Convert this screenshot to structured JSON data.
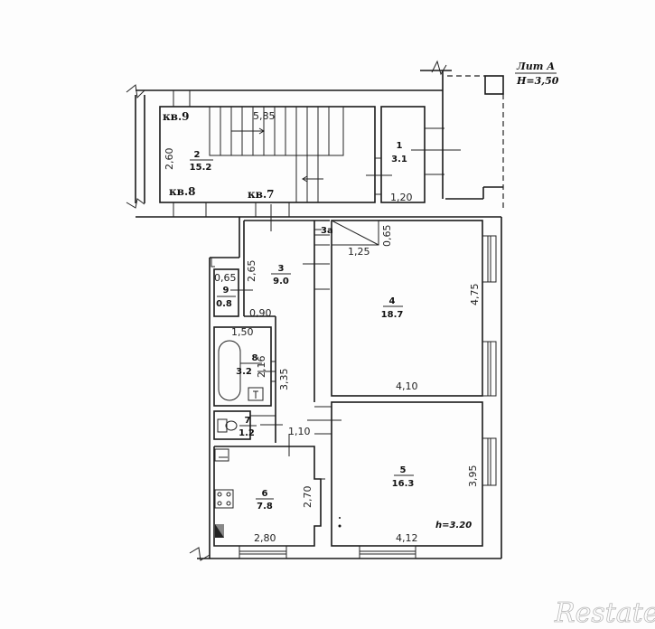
{
  "header": {
    "lit": "Лит А",
    "height": "H=3,50"
  },
  "apartments": {
    "kv9": "кв.9",
    "kv8": "кв.8",
    "kv7": "кв.7"
  },
  "rooms": [
    {
      "num": "1",
      "area": "3.1"
    },
    {
      "num": "2",
      "area": "15.2"
    },
    {
      "num": "3",
      "area": "9.0"
    },
    {
      "num": "3а",
      "area": ""
    },
    {
      "num": "4",
      "area": "18.7"
    },
    {
      "num": "5",
      "area": "16.3"
    },
    {
      "num": "6",
      "area": "7.8"
    },
    {
      "num": "7",
      "area": "1.2"
    },
    {
      "num": "8",
      "area": "3.2"
    },
    {
      "num": "9",
      "area": "0.8"
    }
  ],
  "dimensions": {
    "stair_length": "5,85",
    "hall_width": "2,60",
    "room1_width": "1,20",
    "room3a_height": "0,65",
    "room3a_width": "1,25",
    "room3_length": "2,65",
    "room9_width": "0,65",
    "corridor_width": "0,90",
    "bath_width": "1,50",
    "bath_length": "2,16",
    "corridor_length": "3,35",
    "wc_passage": "1,10",
    "room4_depth": "4,75",
    "room4_width": "4,10",
    "kitchen_depth": "2,70",
    "kitchen_width": "2,80",
    "room5_depth": "3,95",
    "room5_width": "4,12"
  },
  "room5_ceiling": "h=3.20",
  "watermark": "Restate"
}
